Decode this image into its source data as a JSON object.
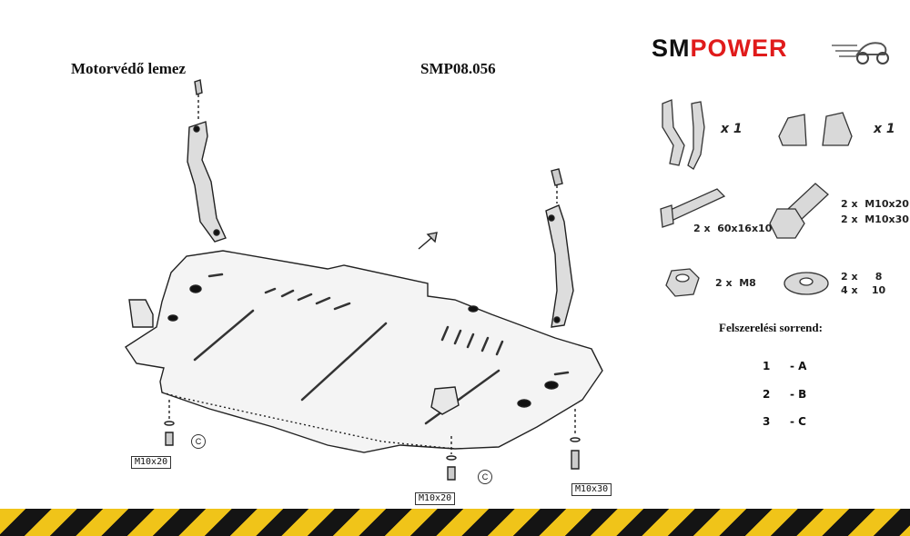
{
  "header": {
    "title": "Motorvédő lemez",
    "product_code": "SMP08.056"
  },
  "logo": {
    "part1": "SM",
    "part2": "POWER"
  },
  "callouts": {
    "left_bolt": "M10x20",
    "center_bolt": "M10x20",
    "right_bolt": "M10x30",
    "label_c1": "C",
    "label_c2": "C"
  },
  "parts": {
    "brackets_qty": "x 1",
    "plates_qty": "x 1",
    "handle_qty": "2 x  60x16x10",
    "bolt_qty_1": "2 x  M10x20",
    "bolt_qty_2": "2 x  M10x30",
    "nut_qty": "2 x  M8",
    "washer_qty_1": "2 x     8",
    "washer_qty_2": "4 x    10"
  },
  "sequence": {
    "heading": "Felszerelési sorrend:",
    "steps": [
      {
        "num": "1",
        "label": "- A"
      },
      {
        "num": "2",
        "label": "- B"
      },
      {
        "num": "3",
        "label": "- C"
      }
    ]
  },
  "colors": {
    "accent_red": "#e01b1b",
    "stripe_yellow": "#f0c419",
    "stripe_black": "#141414"
  }
}
